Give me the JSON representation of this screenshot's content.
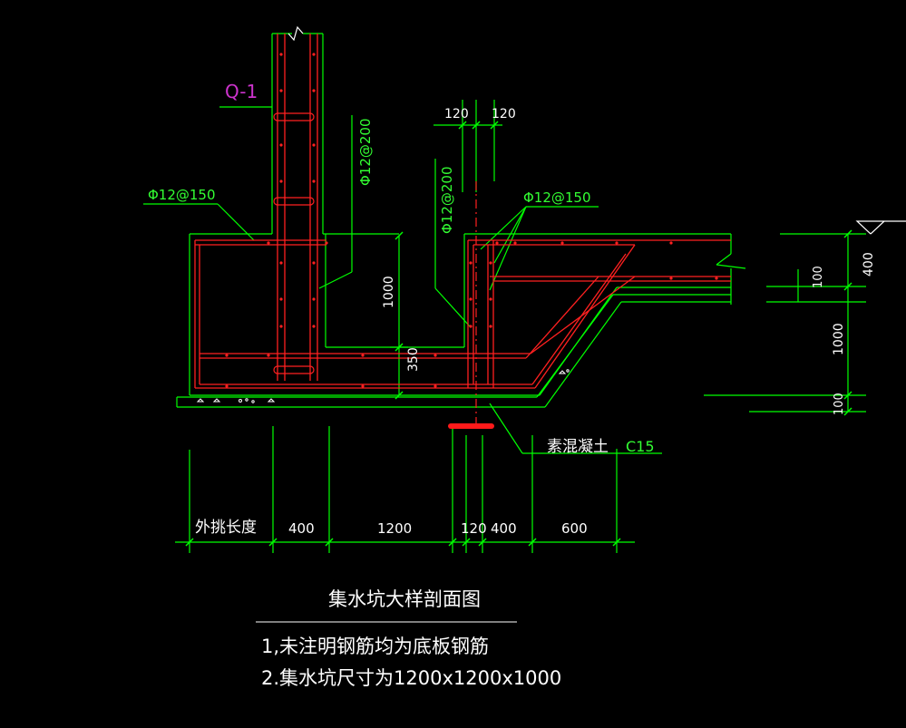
{
  "labels": {
    "wall_tag": "Q-1",
    "rebar_left": "Φ12@150",
    "rebar_right": "Φ12@150",
    "rebar_wall_v1": "Φ12@200",
    "rebar_wall_v2": "Φ12@200",
    "plain_concrete": "素混凝土",
    "concrete_grade": "C15"
  },
  "dims": {
    "top_120_a": "120",
    "top_120_b": "120",
    "pit_depth": "1000",
    "slab_350": "350",
    "right_400": "400",
    "right_100a": "100",
    "right_1000": "1000",
    "right_100b": "100",
    "bottom": [
      "外挑长度",
      "400",
      "1200",
      "120",
      "400",
      "600"
    ]
  },
  "title": "集水坑大样剖面图",
  "notes": [
    "1,未注明钢筋均为底板钢筋",
    "2.集水坑尺寸为1200x1200x1000"
  ],
  "colors": {
    "background": "#000000",
    "concrete_line": "#00ff00",
    "rebar": "#ff2020",
    "dimension": "#ffffff",
    "wall_tag": "#cc33cc",
    "label_green": "#33ff33",
    "highlight": "#ff1a1a"
  }
}
